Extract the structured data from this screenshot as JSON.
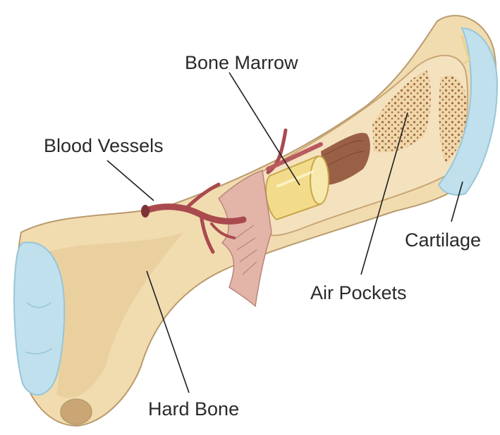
{
  "labels": {
    "bone_marrow": "Bone Marrow",
    "blood_vessels": "Blood Vessels",
    "cartilage": "Cartilage",
    "air_pockets": "Air Pockets",
    "hard_bone": "Hard Bone"
  },
  "colors": {
    "bone": "#f1dcb0",
    "bone_shade": "#d7b985",
    "bone_outline": "#b99a6c",
    "cartilage": "#bfe0ec",
    "cartilage_shade": "#98c6d8",
    "marrow": "#f2dc8c",
    "marrow_shade": "#d9bb58",
    "spongy": "#b07a5e",
    "vessel": "#a94a4f",
    "periosteum": "#d8a59a",
    "leader": "#1e1e1e",
    "text": "#2a2a2a"
  }
}
